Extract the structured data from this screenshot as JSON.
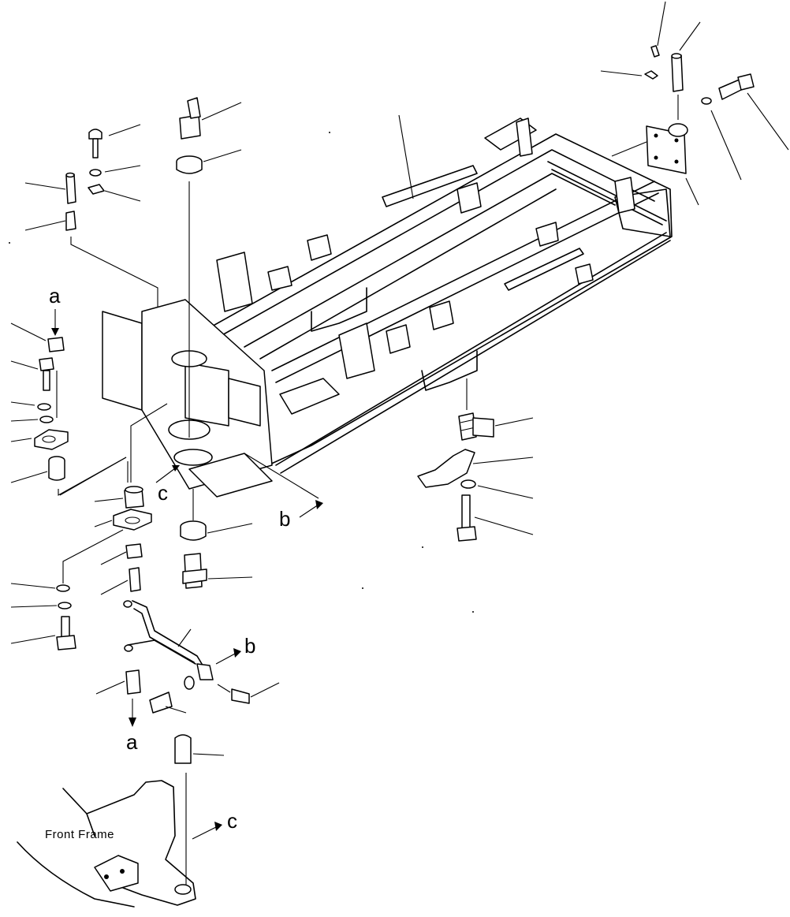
{
  "labels": {
    "a_top": "a",
    "a_bottom": "a",
    "b_right": "b",
    "b_middle": "b",
    "c_left": "c",
    "c_bottom": "c",
    "front_frame": "Front Frame"
  }
}
